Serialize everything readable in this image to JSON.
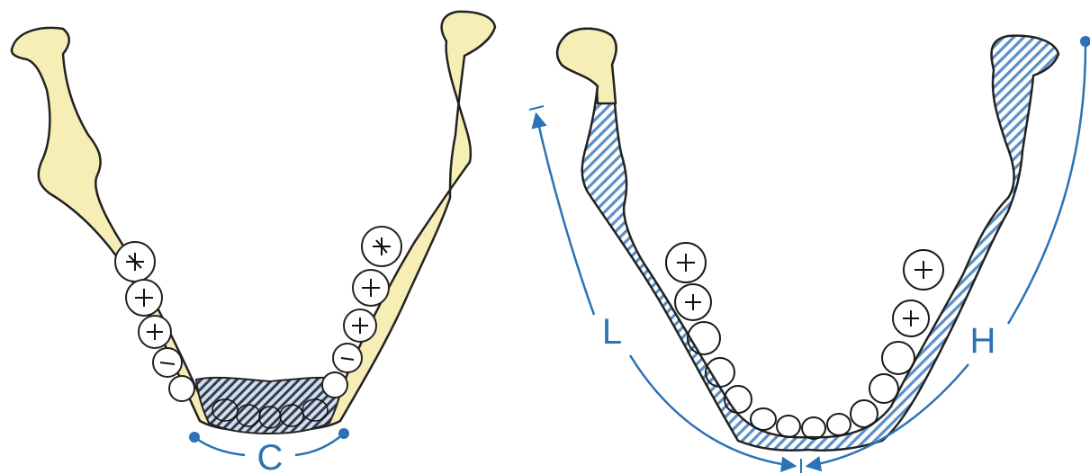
{
  "labels": {
    "central": "C",
    "left_side": "L",
    "right_side": "H"
  },
  "colors": {
    "bone": "#f7eeb6",
    "outline": "#222222",
    "accent_blue": "#2a73b5",
    "hatch_blue": "#5b8fc8",
    "tooth_white": "#ffffff"
  }
}
